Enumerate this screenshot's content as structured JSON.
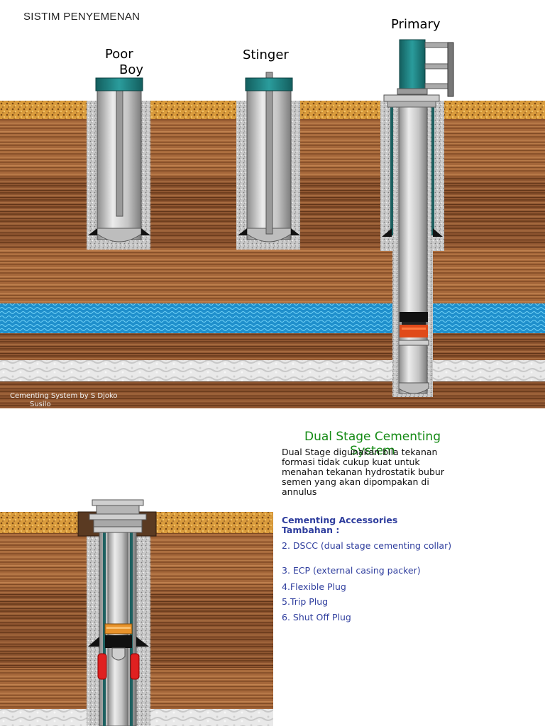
{
  "slide_title": "SISTIM PENYEMENAN",
  "labels": {
    "poor": "Poor",
    "boy": "Boy",
    "stinger": "Stinger",
    "primary": "Primary"
  },
  "credit": {
    "line1": "Cementing System  by S Djoko",
    "line2": "Susilo"
  },
  "dual_stage": {
    "title_line1": "Dual Stage Cementing",
    "title_line2": "System",
    "description": "Dual Stage digunakan bila tekanan formasi tidak cukup kuat untuk menahan tekanan hydrostatik bubur semen yang akan dipompakan di annulus",
    "accessories_title": "Cementing Accessories Tambahan :",
    "accessories": [
      "2. DSCC (dual stage cementing collar)",
      "3. ECP (external casing packer)",
      "4.Flexible Plug",
      "5.Trip Plug",
      "6. Shut Off Plug"
    ]
  },
  "colors": {
    "topsoil": "#d79a3a",
    "wood_earth": "#a8683a",
    "water_layer": "#1f9ad1",
    "rock_layer": "#e6e6e6",
    "cap": "#1d7b7b",
    "casing": "#b8b8b8",
    "title_green": "#138a13",
    "accessory_blue": "#2f3e9e"
  }
}
